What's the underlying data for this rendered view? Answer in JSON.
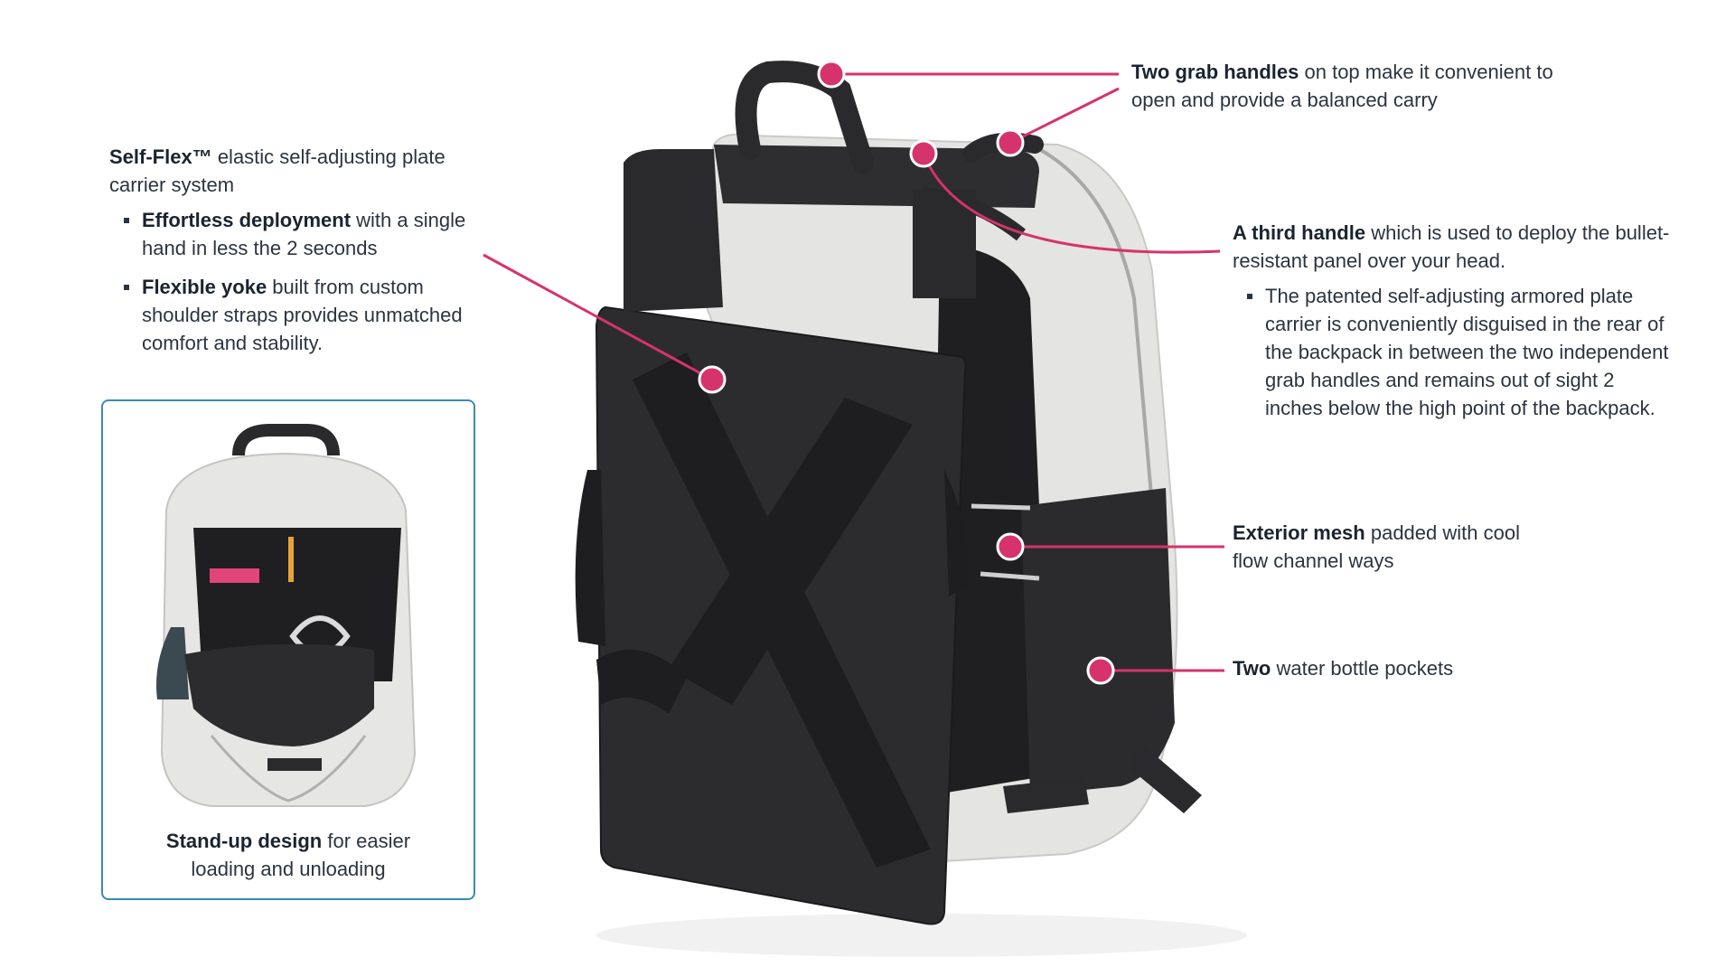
{
  "callouts": {
    "self_flex": {
      "bold": "Self-Flex™",
      "rest": " elastic self-adjusting plate carrier system",
      "bullets": [
        {
          "bold": "Effortless deployment",
          "rest": " with a single hand in less the 2 seconds"
        },
        {
          "bold": "Flexible yoke",
          "rest": " built from custom shoulder straps provides unmatched comfort and stability."
        }
      ]
    },
    "grab_handles": {
      "bold": "Two grab handles",
      "rest": " on top make it convenient to open and provide a balanced carry"
    },
    "third_handle": {
      "bold": "A third handle",
      "rest": " which is used to deploy the bullet-resistant panel over your head.",
      "bullets": [
        {
          "text": "The patented self-adjusting armored plate carrier is conveniently disguised in the rear of the backpack in between the two independent grab handles and remains out of sight 2 inches below the high point of the backpack."
        }
      ]
    },
    "mesh": {
      "bold": "Exterior mesh",
      "rest": " padded with cool flow channel ways"
    },
    "bottles": {
      "bold": "Two",
      "rest": " water bottle pockets"
    },
    "standup": {
      "bold": "Stand-up design",
      "rest": " for easier loading and unloading"
    }
  },
  "colors": {
    "accent": "#d6336c",
    "inset_border": "#3a8bb0",
    "backpack_black": "#2a2a2c",
    "backpack_gray": "#e4e4e2",
    "text": "#2b3440"
  }
}
